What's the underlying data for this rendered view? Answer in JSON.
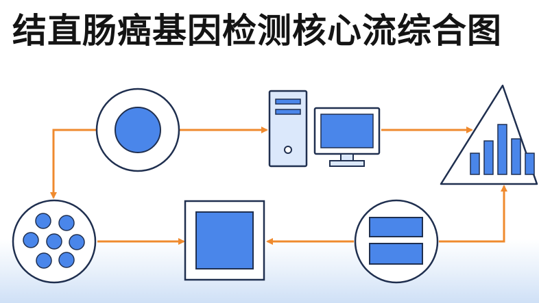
{
  "title": "结直肠癌基因检测核心流综合图",
  "colors": {
    "accent_blue": "#4a86ea",
    "outline_navy": "#1f2f4f",
    "arrow_orange": "#ef8a2e",
    "panel_fill": "#dbe8fb",
    "background_bottom": "#cfe0f6"
  },
  "nodes": [
    {
      "id": "sample",
      "icon": "circle-sample-icon"
    },
    {
      "id": "computer",
      "icon": "computer-workstation-icon"
    },
    {
      "id": "analysis",
      "icon": "triangle-bar-chart-icon"
    },
    {
      "id": "cells",
      "icon": "cell-cluster-icon"
    },
    {
      "id": "result",
      "icon": "square-panel-icon"
    },
    {
      "id": "storage",
      "icon": "stacked-blocks-icon"
    }
  ]
}
